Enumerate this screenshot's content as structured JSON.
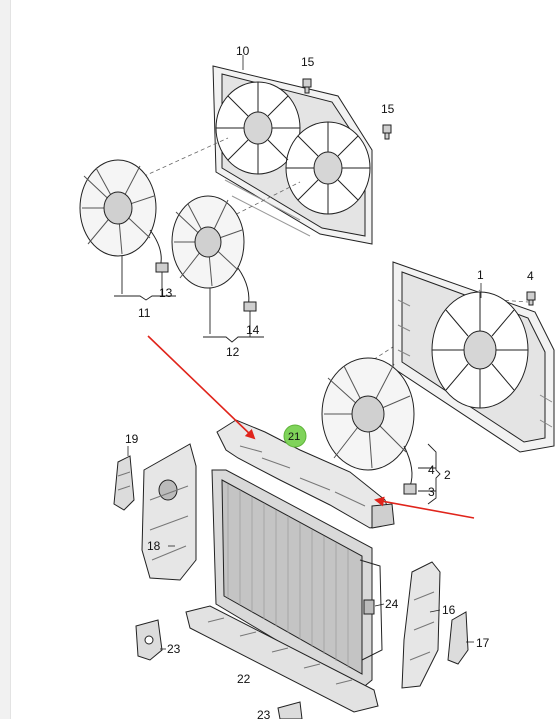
{
  "colors": {
    "line": "#222222",
    "part_fill": "#f2f2f2",
    "part_shade": "#bdbdbd",
    "arrow": "#e0241b",
    "highlight_circle": "#7fd35a"
  },
  "callouts": [
    {
      "id": "c10",
      "text": "10"
    },
    {
      "id": "c15a",
      "text": "15"
    },
    {
      "id": "c15b",
      "text": "15"
    },
    {
      "id": "c13",
      "text": "13"
    },
    {
      "id": "c11",
      "text": "11"
    },
    {
      "id": "c14",
      "text": "14"
    },
    {
      "id": "c12",
      "text": "12"
    },
    {
      "id": "c1",
      "text": "1"
    },
    {
      "id": "c4a",
      "text": "4"
    },
    {
      "id": "c4b",
      "text": "4"
    },
    {
      "id": "c2",
      "text": "2"
    },
    {
      "id": "c3",
      "text": "3"
    },
    {
      "id": "c19",
      "text": "19"
    },
    {
      "id": "c21",
      "text": "21"
    },
    {
      "id": "c18",
      "text": "18"
    },
    {
      "id": "c24",
      "text": "24"
    },
    {
      "id": "c16",
      "text": "16"
    },
    {
      "id": "c17",
      "text": "17"
    },
    {
      "id": "c23a",
      "text": "23"
    },
    {
      "id": "c22",
      "text": "22"
    },
    {
      "id": "c23b",
      "text": "23"
    }
  ]
}
